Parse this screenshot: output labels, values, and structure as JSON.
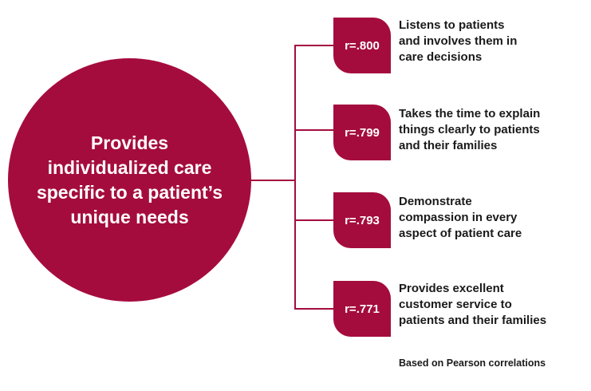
{
  "colors": {
    "accent": "#a50c3e",
    "connector": "#a50c3e",
    "text": "#1a1a1a"
  },
  "central_node": {
    "text": "Provides\nindividualized care\nspecific to a patient’s\nunique needs"
  },
  "items": [
    {
      "correlation": "r=.800",
      "text": "Listens to patients\nand involves them in\ncare decisions"
    },
    {
      "correlation": "r=.799",
      "text": "Takes the time to explain\nthings clearly to patients\nand their families"
    },
    {
      "correlation": "r=.793",
      "text": "Demonstrate\ncompassion in every\naspect of patient care"
    },
    {
      "correlation": "r=.771",
      "text": "Provides excellent\ncustomer service to\npatients and their families"
    }
  ],
  "footnote": "Based on Pearson correlations"
}
